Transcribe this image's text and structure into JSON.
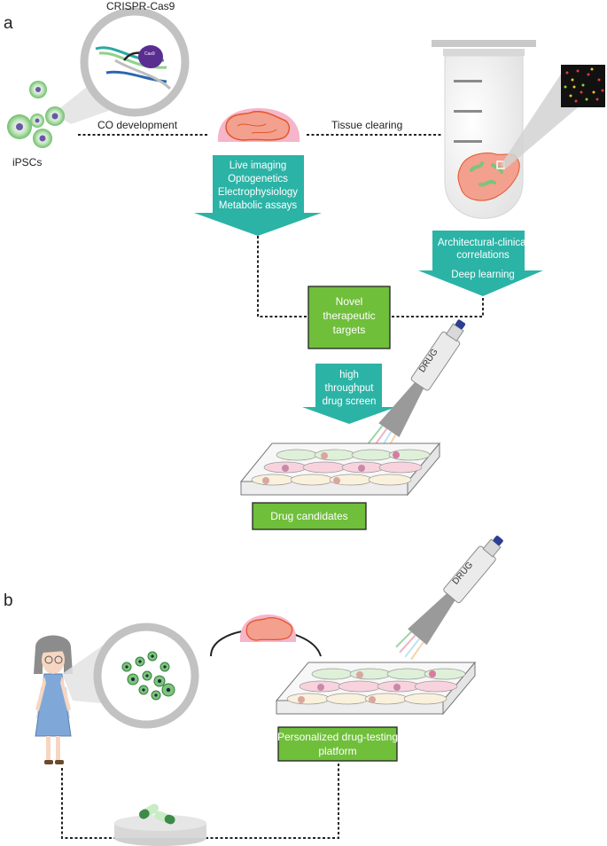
{
  "panels": {
    "a": "a",
    "b": "b"
  },
  "labels": {
    "crispr": "CRISPR-Cas9",
    "cas9": "Cas9",
    "ipscs": "iPSCs",
    "co_development": "CO development",
    "tissue_clearing": "Tissue clearing",
    "drug_label": "DRUG",
    "drug_label_b": "DRUG"
  },
  "arrows": {
    "assays": [
      "Live imaging",
      "Optogenetics",
      "Electrophysiology",
      "Metabolic assays"
    ],
    "clearing": [
      "Architectural-clinical",
      "correlations",
      "Deep learning"
    ],
    "screen": [
      "high",
      "throughput",
      "drug screen"
    ]
  },
  "boxes": {
    "targets": [
      "Novel",
      "therapeutic",
      "targets"
    ],
    "candidates": [
      "Drug candidates"
    ],
    "platform": [
      "Personalized drug-testing",
      "platform"
    ]
  },
  "colors": {
    "teal": "#2bb3a6",
    "green": "#6fbf3a",
    "organoid": "#f3a08e",
    "organoid_pink": "#f6b5c8",
    "cell_green": "#7cc47a",
    "cas9": "#5a2d91"
  }
}
